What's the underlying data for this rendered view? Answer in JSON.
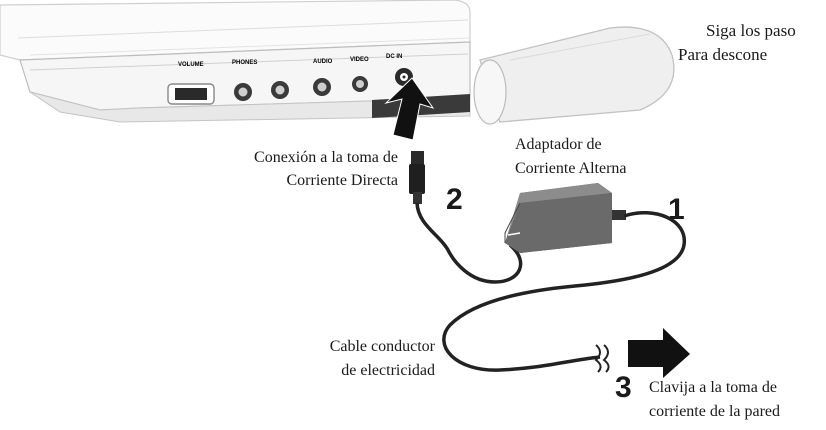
{
  "intro": {
    "line1": "Siga los paso",
    "line2": "Para descone"
  },
  "device": {
    "ports": [
      "VOLUME",
      "PHONES",
      "AUDIO",
      "VIDEO",
      "DC IN"
    ]
  },
  "labels": {
    "dc_conn_1": "Conexión a la toma de",
    "dc_conn_2": "Corriente Directa",
    "adapter_1": "Adaptador de",
    "adapter_2": "Corriente Alterna",
    "cable_1": "Cable conductor",
    "cable_2": "de electricidad",
    "plug_1": "Clavija a la toma de",
    "plug_2": "corriente de la pared"
  },
  "steps": {
    "one": "1",
    "two": "2",
    "three": "3"
  },
  "colors": {
    "ink": "#1a1a1a",
    "device": "#f4f4f4",
    "adapter": "#777777",
    "arrow": "#111111"
  }
}
